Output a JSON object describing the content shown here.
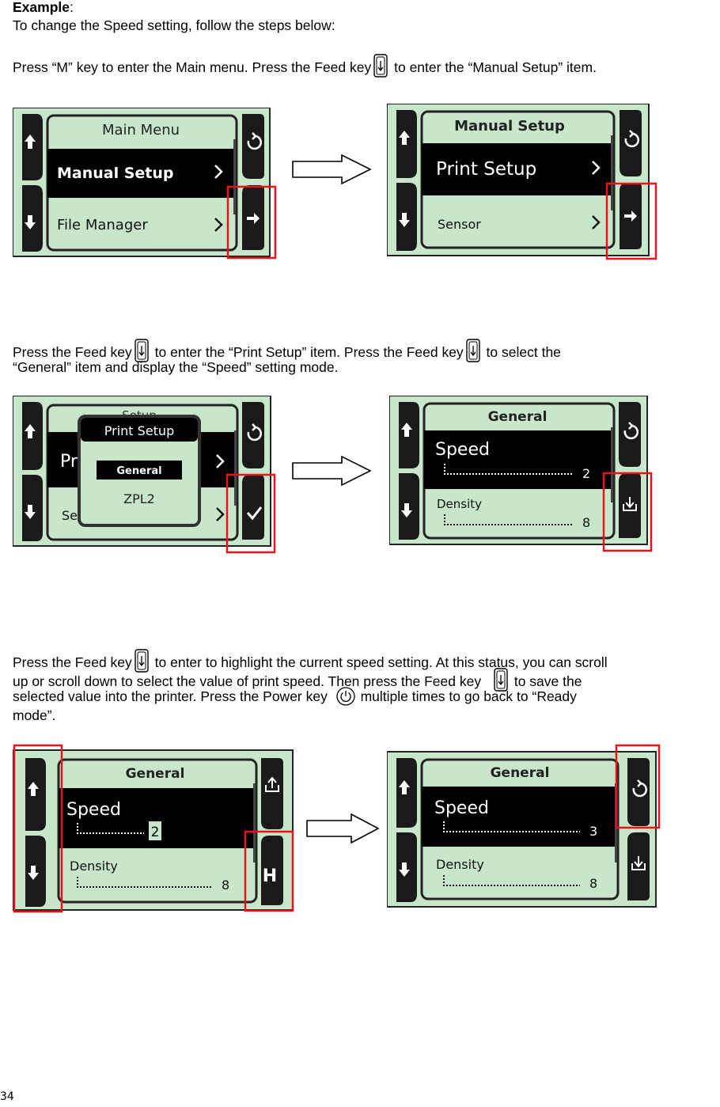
{
  "heading": {
    "label": "Example",
    "suffix": ":"
  },
  "intro": "To change the Speed setting, follow the steps below:",
  "step1": {
    "a": "Press “M” key to enter the Main menu. Press the Feed key",
    "b": " to enter the “Manual Setup” item."
  },
  "step2": {
    "a": "Press the Feed key",
    "b": " to enter the “Print Setup” item. Press the Feed key",
    "c": " to select the",
    "d": "“General” item and display the “Speed” setting mode."
  },
  "step3": {
    "a": "Press the Feed key",
    "b": " to enter to highlight the current speed setting. At this status, you can scroll",
    "c": "up or scroll down to select the value of print speed. Then press the Feed key ",
    "d": " to save the",
    "e": "selected value into the printer. Press the Power key ",
    "f": " multiple times to go back to “Ready",
    "g": "mode”."
  },
  "screens": {
    "s1": {
      "title": "Main Menu",
      "item1": "Manual Setup",
      "item2": "File Manager"
    },
    "s2": {
      "title": "Manual Setup",
      "item1": "Print Setup",
      "item2": "Sensor"
    },
    "s3": {
      "title": "Setup",
      "item1": "Pr",
      "item2": "Se",
      "popup_title": "Print Setup",
      "popup_item1": "General",
      "popup_item2": "ZPL2"
    },
    "s4": {
      "title": "General",
      "item1": "Speed",
      "value1": "2",
      "item2": "Density",
      "value2": "8"
    },
    "s5": {
      "title": "General",
      "item1": "Speed",
      "value1": "2",
      "item2": "Density",
      "value2": "8",
      "hold_key": "H"
    },
    "s6": {
      "title": "General",
      "item1": "Speed",
      "value1": "3",
      "item2": "Density",
      "value2": "8"
    }
  },
  "page_number": "34",
  "colors": {
    "lcd_bg": "#c8e6c9",
    "highlight_box": "#e8141c",
    "bezel": "#1a1a1a"
  }
}
